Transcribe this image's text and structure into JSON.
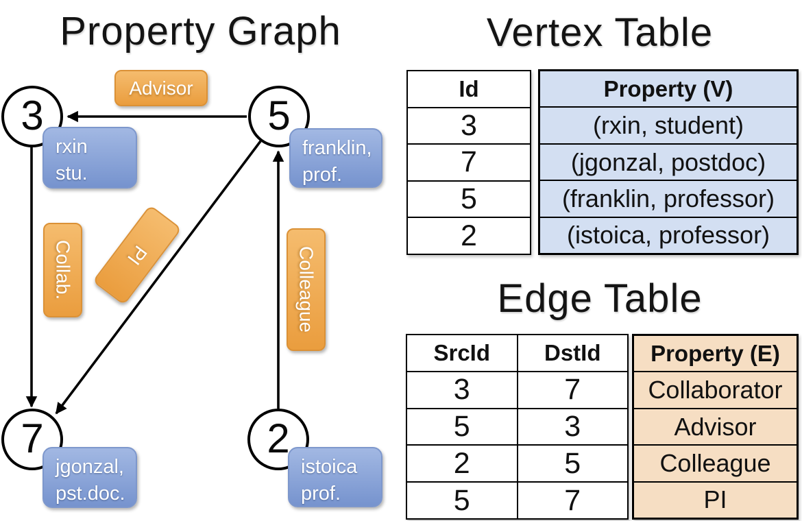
{
  "colors": {
    "orange_top": "#F5BC6E",
    "orange_bottom": "#EA9D3E",
    "orange_border": "#DB9136",
    "blue_top": "#A2B8E3",
    "blue_bottom": "#7693CE",
    "blue_border": "#7D97CC",
    "vertex_fill": "#D3DFF2",
    "edge_fill": "#F6DEC3",
    "line": "#000000"
  },
  "graph_panel": {
    "title": "Property Graph",
    "nodes": [
      {
        "id": "3"
      },
      {
        "id": "5"
      },
      {
        "id": "7"
      },
      {
        "id": "2"
      }
    ],
    "property_boxes": [
      {
        "line1": "rxin",
        "line2": "stu."
      },
      {
        "line1": "franklin,",
        "line2": "prof."
      },
      {
        "line1": "jgonzal,",
        "line2": "pst.doc."
      },
      {
        "line1": "istoica",
        "line2": "prof."
      }
    ],
    "edge_labels": {
      "advisor": "Advisor",
      "collab": "Collab.",
      "pi": "PI",
      "colleague": "Colleague"
    }
  },
  "vertex_table": {
    "title": "Vertex Table",
    "columns": {
      "id": "Id",
      "property": "Property (V)"
    },
    "id_values": [
      "3",
      "7",
      "5",
      "2"
    ],
    "property_values": [
      "(rxin, student)",
      "(jgonzal, postdoc)",
      "(franklin, professor)",
      "(istoica, professor)"
    ]
  },
  "edge_table": {
    "title": "Edge Table",
    "columns": {
      "src": "SrcId",
      "dst": "DstId",
      "property": "Property (E)"
    },
    "src_dst_rows": [
      [
        "3",
        "7"
      ],
      [
        "5",
        "3"
      ],
      [
        "2",
        "5"
      ],
      [
        "5",
        "7"
      ]
    ],
    "property_values": [
      "Collaborator",
      "Advisor",
      "Colleague",
      "PI"
    ]
  }
}
